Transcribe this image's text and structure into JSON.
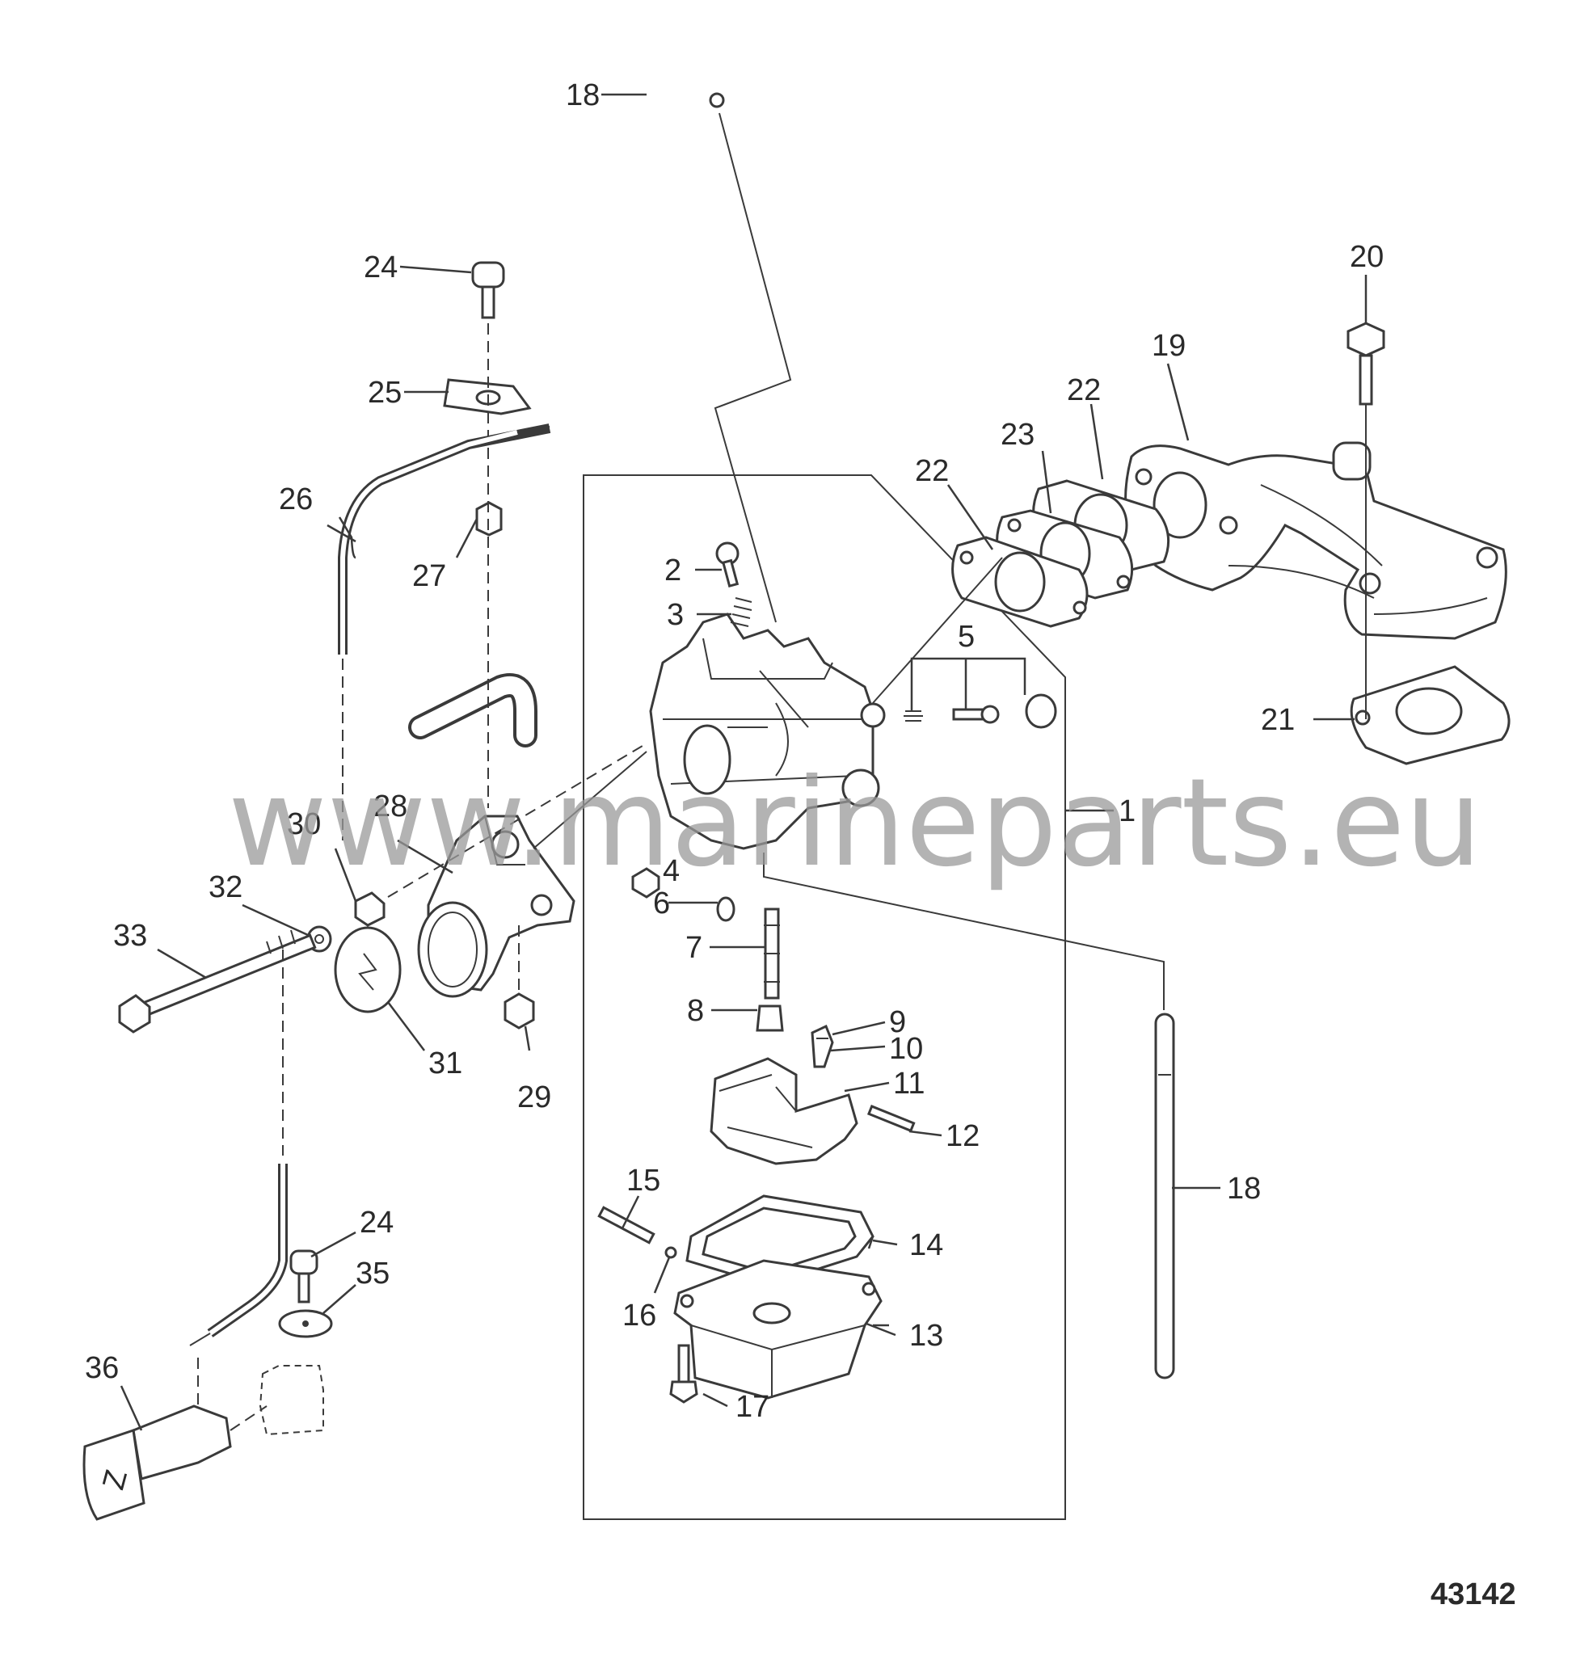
{
  "callouts": [
    {
      "id": "c1",
      "text": "1"
    },
    {
      "id": "c2",
      "text": "2"
    },
    {
      "id": "c3",
      "text": "3"
    },
    {
      "id": "c4",
      "text": "4"
    },
    {
      "id": "c5",
      "text": "5"
    },
    {
      "id": "c6",
      "text": "6"
    },
    {
      "id": "c7",
      "text": "7"
    },
    {
      "id": "c8",
      "text": "8"
    },
    {
      "id": "c9",
      "text": "9"
    },
    {
      "id": "c10",
      "text": "10"
    },
    {
      "id": "c11",
      "text": "11"
    },
    {
      "id": "c12",
      "text": "12"
    },
    {
      "id": "c13",
      "text": "13"
    },
    {
      "id": "c14",
      "text": "14"
    },
    {
      "id": "c15",
      "text": "15"
    },
    {
      "id": "c16",
      "text": "16"
    },
    {
      "id": "c17",
      "text": "17"
    },
    {
      "id": "c18a",
      "text": "18"
    },
    {
      "id": "c18b",
      "text": "18"
    },
    {
      "id": "c19",
      "text": "19"
    },
    {
      "id": "c20",
      "text": "20"
    },
    {
      "id": "c21",
      "text": "21"
    },
    {
      "id": "c22a",
      "text": "22"
    },
    {
      "id": "c22b",
      "text": "22"
    },
    {
      "id": "c23",
      "text": "23"
    },
    {
      "id": "c24a",
      "text": "24"
    },
    {
      "id": "c24b",
      "text": "24"
    },
    {
      "id": "c25",
      "text": "25"
    },
    {
      "id": "c26",
      "text": "26"
    },
    {
      "id": "c27",
      "text": "27"
    },
    {
      "id": "c28",
      "text": "28"
    },
    {
      "id": "c29",
      "text": "29"
    },
    {
      "id": "c30",
      "text": "30"
    },
    {
      "id": "c31",
      "text": "31"
    },
    {
      "id": "c32",
      "text": "32"
    },
    {
      "id": "c33",
      "text": "33"
    },
    {
      "id": "c35",
      "text": "35"
    },
    {
      "id": "c36",
      "text": "36"
    }
  ],
  "watermark": "www.marineparts.eu",
  "figure_number": "43142",
  "knob_symbol": "Z"
}
